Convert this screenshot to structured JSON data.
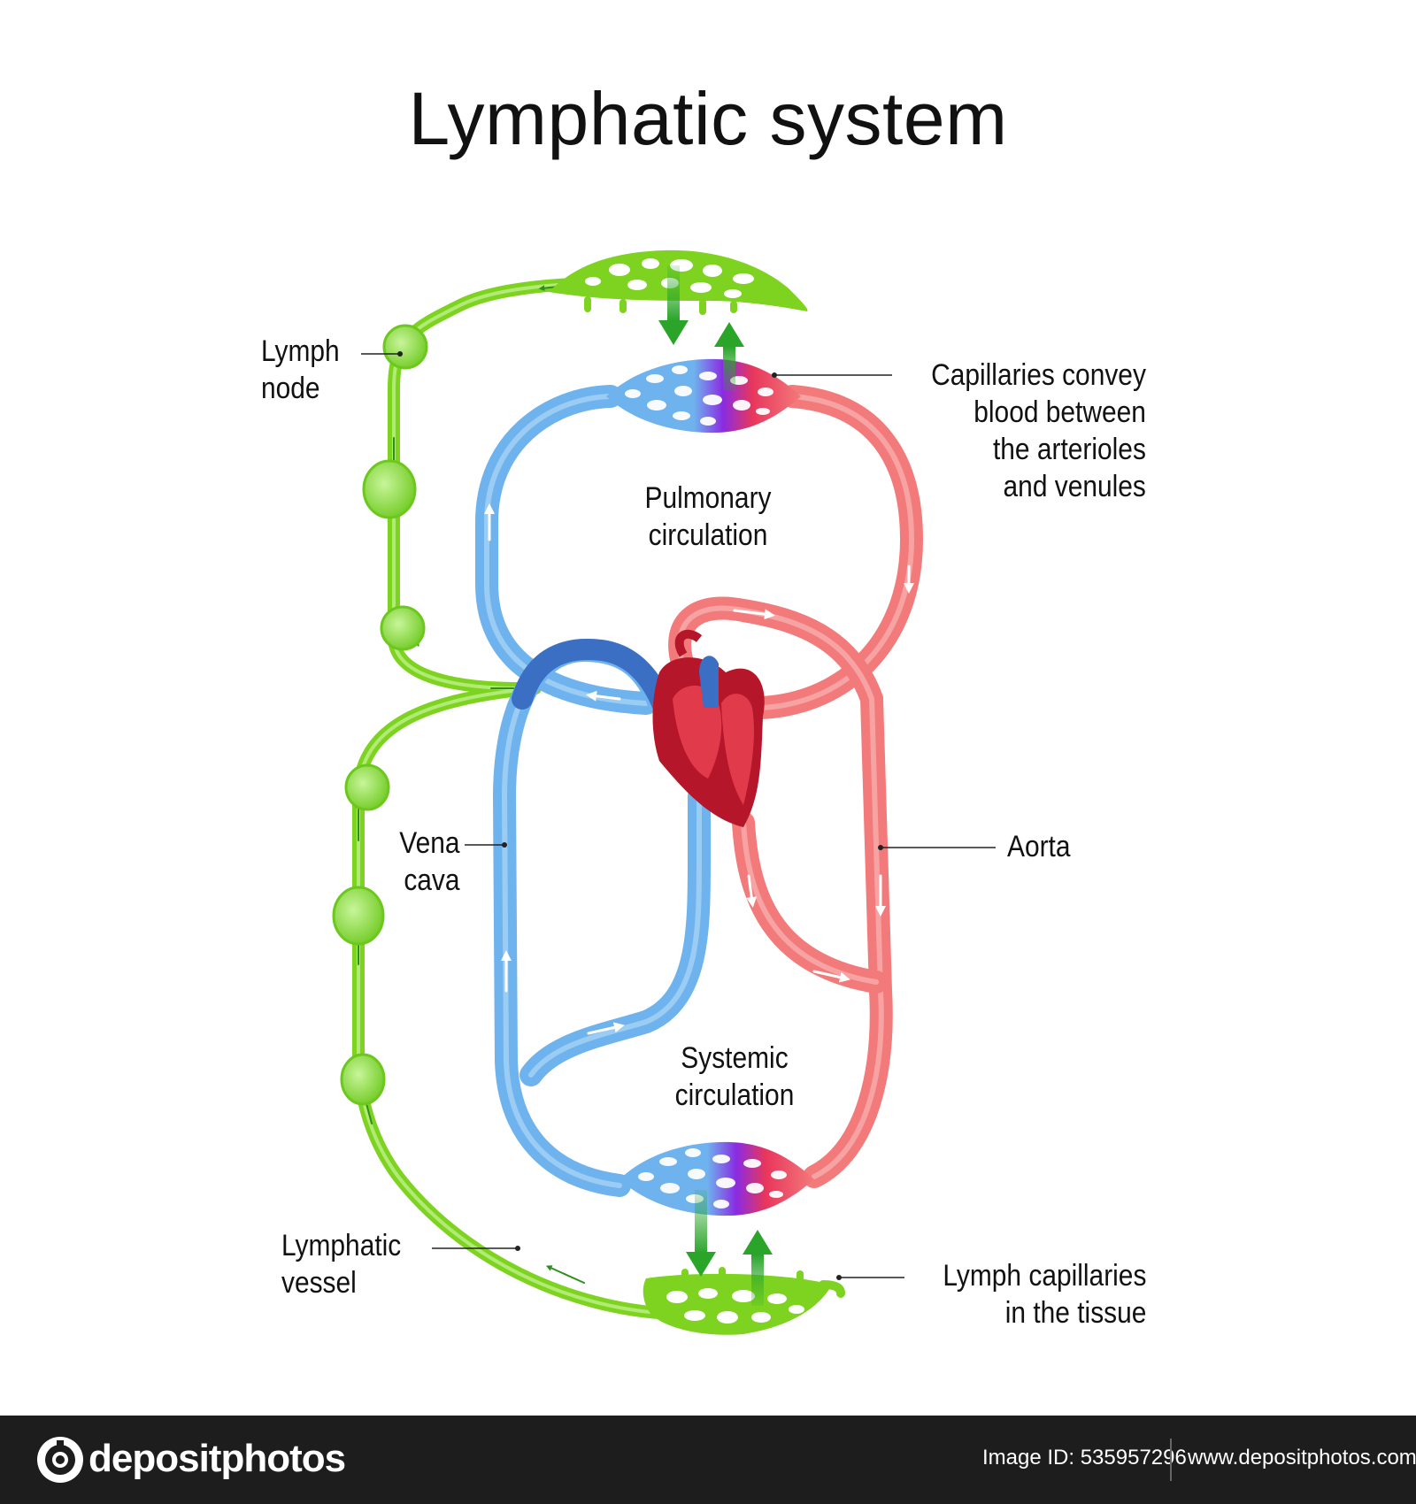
{
  "title": "Lymphatic system",
  "labels": {
    "lymph_node": "Lymph\nnode",
    "capillaries": "Capillaries convey\nblood between\nthe arterioles\nand venules",
    "pulmonary": "Pulmonary\ncirculation",
    "vena_cava": "Vena\ncava",
    "aorta": "Aorta",
    "systemic": "Systemic\ncirculation",
    "lymphatic_vessel": "Lymphatic\nvessel",
    "lymph_capillaries": "Lymph capillaries\nin the tissue"
  },
  "colors": {
    "lymph": "#7ed321",
    "lymph_dark": "#4fa80f",
    "vein": "#6fb3ee",
    "vein_dark": "#3b6fc4",
    "artery": "#f37a7a",
    "artery_dark": "#e35a5a",
    "heart": "#b5162a",
    "arrow": "#2aa52a"
  },
  "footer": {
    "brand": "depositphotos",
    "image_id": "Image ID: 535957296",
    "site": "www.depositphotos.com"
  }
}
